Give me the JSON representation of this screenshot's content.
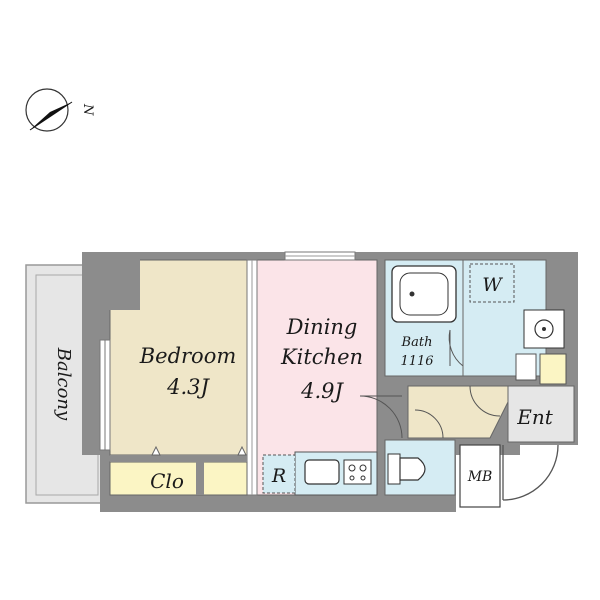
{
  "compass": {
    "label": "N"
  },
  "rooms": {
    "balcony": "Balcony",
    "bedroom": {
      "name": "Bedroom",
      "size": "4.3J"
    },
    "dining_kitchen": {
      "name_line1": "Dining",
      "name_line2": "Kitchen",
      "size": "4.9J"
    },
    "closet": "Clo",
    "refrigerator": "R",
    "bath": {
      "name": "Bath",
      "code": "1116"
    },
    "washer": "W",
    "entrance": "Ent",
    "meter_box": "MB"
  },
  "colors": {
    "wall": "#8c8c8c",
    "bedroom": "#efe6c8",
    "dining_kitchen": "#fbe4e8",
    "water": "#d5ecf3",
    "closet": "#fbf5c4",
    "entry_floor": "#efe6c8",
    "balcony": "#e6e6e6"
  }
}
